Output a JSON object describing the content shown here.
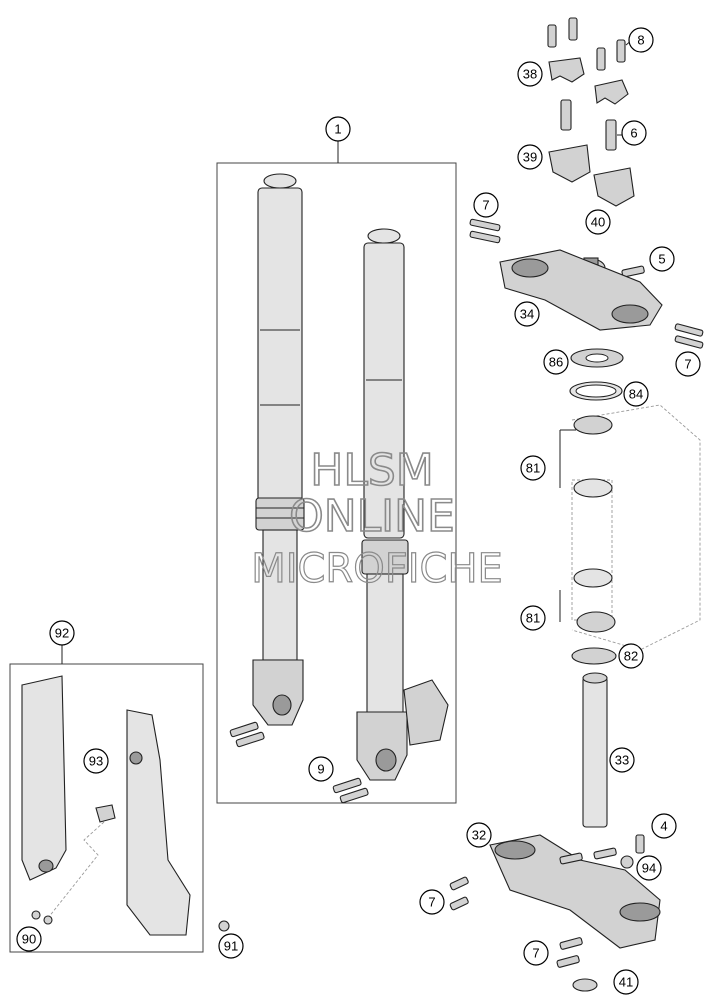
{
  "watermark": {
    "line1": "HLSM",
    "line2": "ONLINE",
    "line3": "MICROFICHE"
  },
  "callouts": [
    {
      "id": "c1",
      "label": "1"
    },
    {
      "id": "c8",
      "label": "8"
    },
    {
      "id": "c38",
      "label": "38"
    },
    {
      "id": "c6",
      "label": "6"
    },
    {
      "id": "c39",
      "label": "39"
    },
    {
      "id": "c7a",
      "label": "7"
    },
    {
      "id": "c40",
      "label": "40"
    },
    {
      "id": "c5",
      "label": "5"
    },
    {
      "id": "c34",
      "label": "34"
    },
    {
      "id": "c7b",
      "label": "7"
    },
    {
      "id": "c86",
      "label": "86"
    },
    {
      "id": "c84",
      "label": "84"
    },
    {
      "id": "c81a",
      "label": "81"
    },
    {
      "id": "c81b",
      "label": "81"
    },
    {
      "id": "c82",
      "label": "82"
    },
    {
      "id": "c33",
      "label": "33"
    },
    {
      "id": "c92",
      "label": "92"
    },
    {
      "id": "c93",
      "label": "93"
    },
    {
      "id": "c9",
      "label": "9"
    },
    {
      "id": "c4",
      "label": "4"
    },
    {
      "id": "c32",
      "label": "32"
    },
    {
      "id": "c94",
      "label": "94"
    },
    {
      "id": "c7c",
      "label": "7"
    },
    {
      "id": "c90",
      "label": "90"
    },
    {
      "id": "c91",
      "label": "91"
    },
    {
      "id": "c7d",
      "label": "7"
    },
    {
      "id": "c41",
      "label": "41"
    }
  ]
}
